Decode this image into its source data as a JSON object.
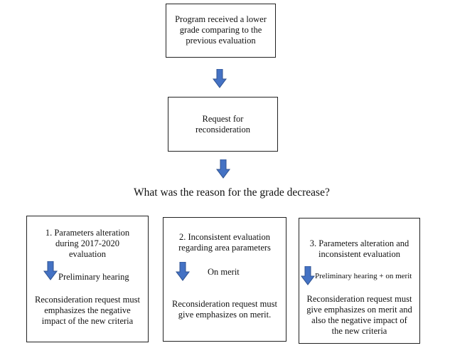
{
  "colors": {
    "arrow_fill": "#4472c4",
    "arrow_stroke": "#2f528f",
    "box_border": "#222222"
  },
  "top_box": {
    "lines": [
      "Program received a lower",
      "grade comparing to the",
      "previous evaluation"
    ]
  },
  "request_box": {
    "lines": [
      "Request for",
      "reconsideration"
    ]
  },
  "question": "What was the reason for the grade decrease?",
  "branches": [
    {
      "heading": [
        "1.   Parameters alteration",
        "during 2017-2020",
        "evaluation"
      ],
      "arrow_label": "Preliminary hearing",
      "conclusion": [
        "Reconsideration request must",
        "emphasizes the negative",
        "impact of the new criteria"
      ]
    },
    {
      "heading": [
        "2. Inconsistent evaluation",
        "regarding area parameters"
      ],
      "arrow_label": "On merit",
      "conclusion": [
        "Reconsideration request must",
        "give emphasizes on merit."
      ]
    },
    {
      "heading": [
        "3. Parameters alteration and",
        "inconsistent evaluation"
      ],
      "arrow_label": "Preliminary hearing + on merit",
      "conclusion": [
        "Reconsideration request must",
        "give emphasizes on merit and",
        "also the negative impact of",
        "the new criteria"
      ]
    }
  ]
}
